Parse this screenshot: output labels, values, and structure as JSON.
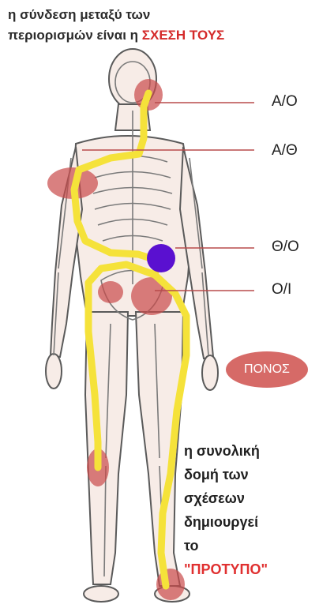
{
  "title": {
    "line1": "η σύνδεση μεταξύ των",
    "line2_prefix": "περιορισμών είναι η",
    "line2_highlight": "ΣΧΕΣΗ ΤΟΥΣ"
  },
  "labels": [
    {
      "id": "ao",
      "text": "Α/Ο"
    },
    {
      "id": "atheta",
      "text": "Α/Θ"
    },
    {
      "id": "thetao",
      "text": "Θ/Ο"
    },
    {
      "id": "oi",
      "text": "Ο/Ι"
    }
  ],
  "pain_badge": "ΠΟΝΟΣ",
  "note": {
    "lines": [
      "η συνολική",
      "δομή των",
      "σχέσεων",
      "δημιουργεί",
      "το"
    ],
    "highlight": "\"ΠΡΟΤΥΠΟ\""
  },
  "colors": {
    "pain_red": "#c94a4a",
    "pathway_yellow": "#f5e23a",
    "focus_purple": "#5a10d0",
    "highlight_red": "#d42a2a"
  }
}
